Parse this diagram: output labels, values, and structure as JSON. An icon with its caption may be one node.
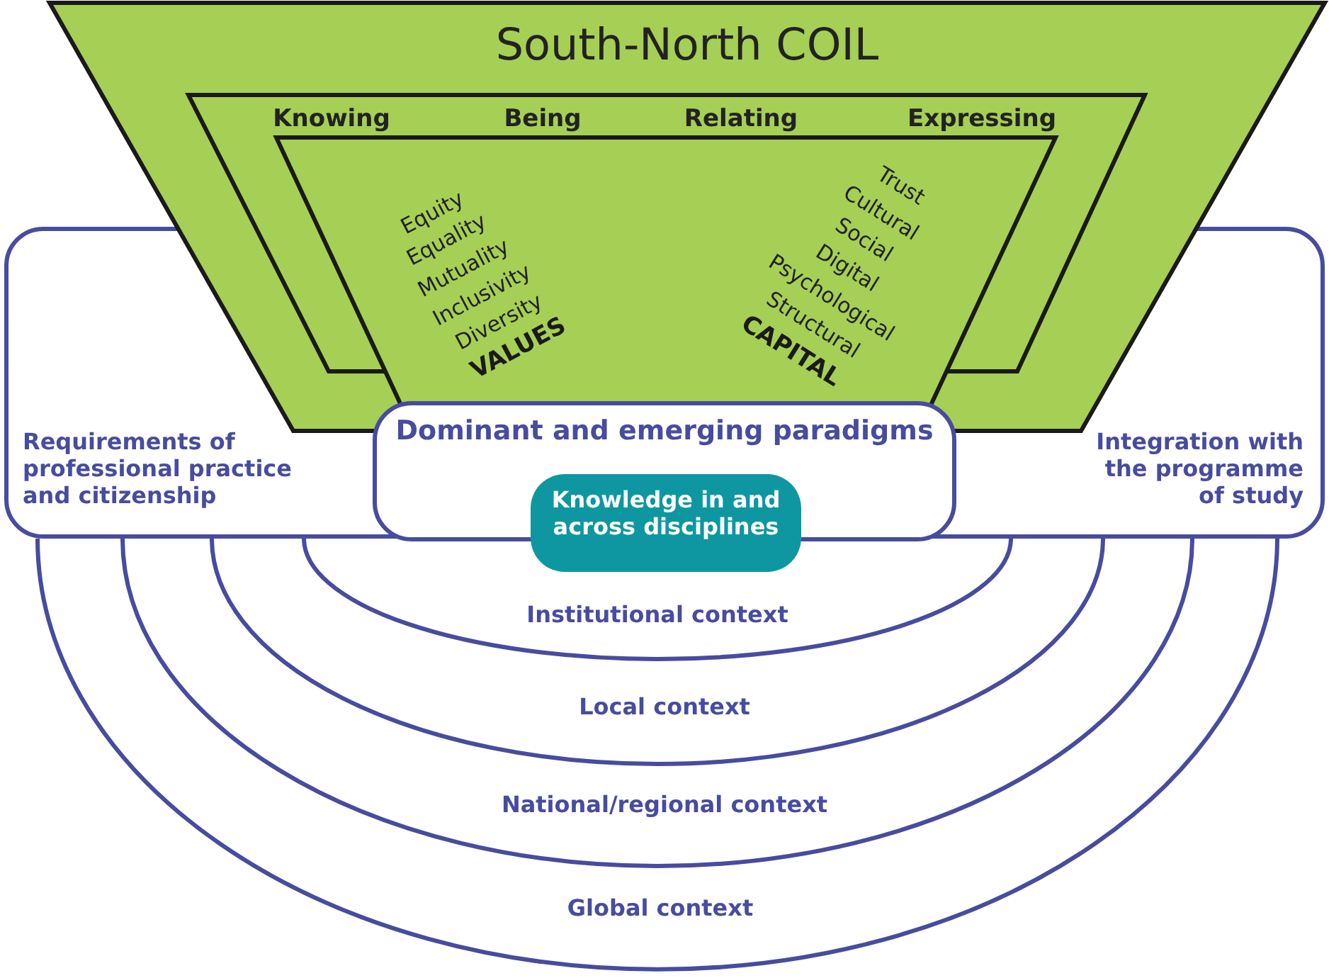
{
  "diagram": {
    "nodes": [
      {
        "text": [
          "South-North COIL"
        ]
      },
      {
        "text": [
          "Knowing",
          "Being",
          "Relating",
          "Expressing"
        ],
        "in": 0
      },
      {
        "text": [
          "Equity",
          "Equality",
          "Mutuality",
          "Inclusivity",
          "Diversity",
          "VALUES",
          "Trust",
          "Cultural",
          "Social",
          "Digital",
          "Psychological",
          "Structural",
          "CAPITAL"
        ],
        "in": 1
      },
      {
        "text": [
          "Requirements of professional practice and citizenship",
          "Integration with the programme of study"
        ]
      },
      {
        "text": [
          "Dominant and emerging paradigms"
        ],
        "in": 3
      },
      {
        "text": [
          "Knowledge in and across disciplines"
        ]
      },
      {
        "text": [
          "Institutional context"
        ],
        "in": 7
      },
      {
        "text": [
          "Local context"
        ],
        "in": 8
      },
      {
        "text": [
          "National/regional context"
        ],
        "in": 9
      },
      {
        "text": [
          "Global context"
        ]
      }
    ]
  }
}
